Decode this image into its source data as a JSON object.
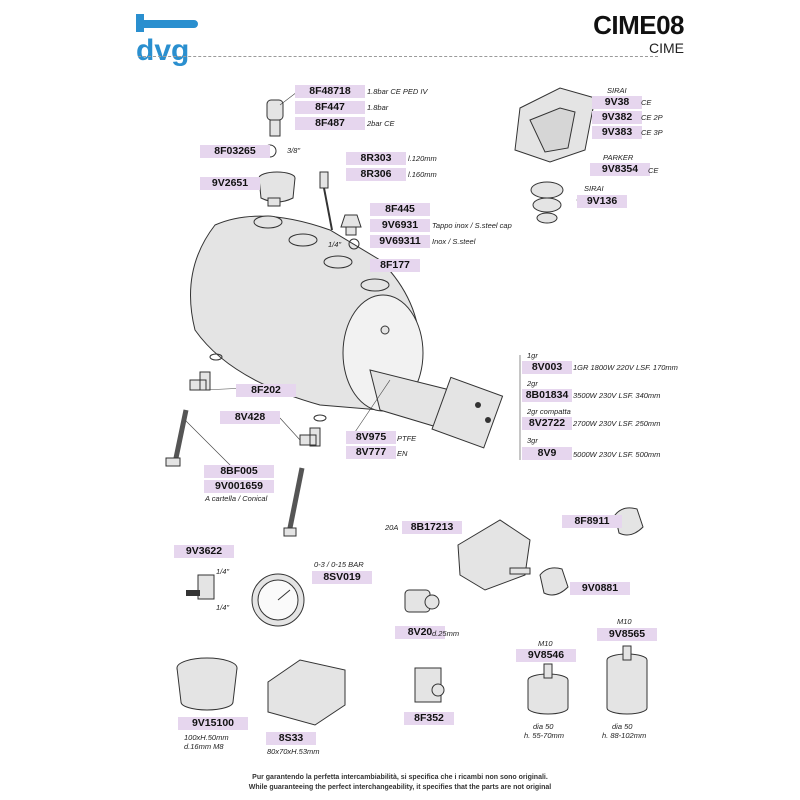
{
  "header": {
    "brand": "dvg",
    "title": "CIME08",
    "subtitle": "CIME"
  },
  "parts": [
    {
      "code": "8F48718",
      "note": "1.8bar CE PED IV"
    },
    {
      "code": "8F447",
      "note": "1.8bar"
    },
    {
      "code": "8F487",
      "note": "2bar CE"
    },
    {
      "code": "8F03265",
      "note": "3/8\""
    },
    {
      "code": "8R303",
      "note": "l.120mm"
    },
    {
      "code": "8R306",
      "note": "l.160mm"
    },
    {
      "code": "9V2651",
      "note": ""
    },
    {
      "code": "8F445",
      "note": ""
    },
    {
      "code": "9V6931",
      "note": "Tappo inox / S.steel cap"
    },
    {
      "code": "9V69311",
      "note": "Inox / S.steel"
    },
    {
      "code": "8F177",
      "note": "1/4\""
    },
    {
      "code": "9V38",
      "note": "CE"
    },
    {
      "code": "9V382",
      "note": "CE 2P"
    },
    {
      "code": "9V383",
      "note": "CE 3P"
    },
    {
      "code": "9V8354",
      "note": "CE"
    },
    {
      "code": "9V136",
      "note": ""
    },
    {
      "code": "8F202",
      "note": ""
    },
    {
      "code": "8V428",
      "note": ""
    },
    {
      "code": "8BF005",
      "note": ""
    },
    {
      "code": "9V001659",
      "note": "A cartella / Conical"
    },
    {
      "code": "8V003",
      "note": "1GR 1800W 220V LSF. 170mm"
    },
    {
      "code": "8B01834",
      "note": "3500W 230V LSF. 340mm"
    },
    {
      "code": "8V2722",
      "note": "2700W 230V LSF. 250mm"
    },
    {
      "code": "8V9",
      "note": "5000W 230V LSF. 500mm"
    },
    {
      "code": "8V975",
      "note": "PTFE"
    },
    {
      "code": "8V777",
      "note": "EN"
    },
    {
      "code": "8B17213",
      "note": "20A"
    },
    {
      "code": "8F8911",
      "note": ""
    },
    {
      "code": "9V0881",
      "note": ""
    },
    {
      "code": "9V3622",
      "note": ""
    },
    {
      "code": "8SV019",
      "note": "0-3 / 0-15 BAR"
    },
    {
      "code": "8V20",
      "note": "d.25mm"
    },
    {
      "code": "9V8546",
      "note": "M10"
    },
    {
      "code": "9V8565",
      "note": "M10"
    },
    {
      "code": "9V15100",
      "note": ""
    },
    {
      "code": "8S33",
      "note": "80x70xH.53mm"
    },
    {
      "code": "8F352",
      "note": ""
    }
  ],
  "labels": {
    "sirai1": "SIRAI",
    "parker": "PARKER",
    "sirai2": "SIRAI",
    "gr1": "1gr",
    "gr2": "2gr",
    "gr2c": "2gr compatta",
    "gr3": "3gr",
    "fit_14_a": "1/4\"",
    "fit_14_b": "1/4\"",
    "dia50_a": "dia 50",
    "h_a": "h. 55-70mm",
    "dia50_b": "dia 50",
    "h_b": "h. 88-102mm",
    "cup1": "100xH.50mm",
    "cup2": "d.16mm M8"
  },
  "footer": {
    "it": "Pur garantendo la perfetta intercambiabilità, si specifica che i ricambi non sono originali.",
    "en": "While guaranteeing the perfect interchangeability, it specifies that the parts are not original"
  },
  "colors": {
    "brand_blue": "#2a8fcf",
    "code_bg": "#e6d6ee"
  }
}
